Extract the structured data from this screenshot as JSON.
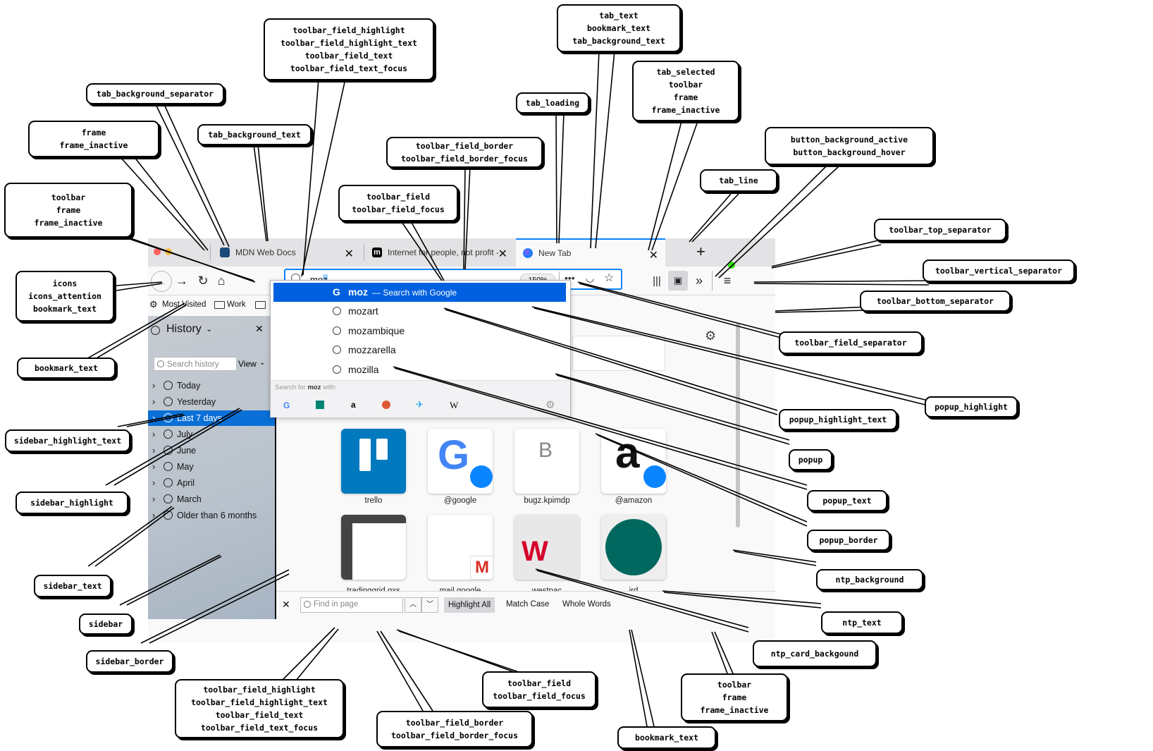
{
  "browser": {
    "tabs": [
      {
        "label": "MDN Web Docs"
      },
      {
        "label": "Internet for people, not profit -"
      },
      {
        "label": "New Tab"
      }
    ],
    "url_text_typed": "moz",
    "zoom": "150%",
    "bookmarks": [
      "Most Visited",
      "Work"
    ],
    "sidebar": {
      "title": "History",
      "search_placeholder": "Search history",
      "view_label": "View",
      "items": [
        "Today",
        "Yesterday",
        "Last 7 days",
        "July",
        "June",
        "May",
        "April",
        "March",
        "Older than 6 months"
      ]
    },
    "popup": {
      "highlight_query": "moz",
      "highlight_suffix": "— Search with Google",
      "suggestions": [
        "mozart",
        "mozambique",
        "mozzarella",
        "mozilla"
      ],
      "search_for_prefix": "Search for",
      "search_for_query": "moz",
      "search_for_suffix": "with:"
    },
    "tiles": [
      {
        "label": "trello"
      },
      {
        "label": "@google"
      },
      {
        "label": "bugz.kpimdp"
      },
      {
        "label": "@amazon"
      },
      {
        "label": "tradinggrid.gxs"
      },
      {
        "label": "mail.google"
      },
      {
        "label": "westpac"
      },
      {
        "label": "ird"
      }
    ],
    "findbar": {
      "placeholder": "Find in page",
      "highlight_all": "Highlight All",
      "match_case": "Match Case",
      "whole_words": "Whole Words"
    }
  },
  "callouts": [
    {
      "lines": [
        "toolbar_field_highlight",
        "toolbar_field_highlight_text",
        "toolbar_field_text",
        "toolbar_field_text_focus"
      ]
    },
    {
      "lines": [
        "tab_text",
        "bookmark_text",
        "tab_background_text"
      ]
    },
    {
      "lines": [
        "tab_background_separator"
      ]
    },
    {
      "lines": [
        "tab_loading"
      ]
    },
    {
      "lines": [
        "tab_selected",
        "toolbar",
        "frame",
        "frame_inactive"
      ]
    },
    {
      "lines": [
        "frame",
        "frame_inactive"
      ]
    },
    {
      "lines": [
        "tab_background_text"
      ]
    },
    {
      "lines": [
        "button_background_active",
        "button_background_hover"
      ]
    },
    {
      "lines": [
        "toolbar_field_border",
        "toolbar_field_border_focus"
      ]
    },
    {
      "lines": [
        "tab_line"
      ]
    },
    {
      "lines": [
        "toolbar",
        "frame",
        "frame_inactive"
      ]
    },
    {
      "lines": [
        "toolbar_field",
        "toolbar_field_focus"
      ]
    },
    {
      "lines": [
        "toolbar_top_separator"
      ]
    },
    {
      "lines": [
        "toolbar_vertical_separator"
      ]
    },
    {
      "lines": [
        "icons",
        "icons_attention",
        "bookmark_text"
      ]
    },
    {
      "lines": [
        "toolbar_bottom_separator"
      ]
    },
    {
      "lines": [
        "toolbar_field_separator"
      ]
    },
    {
      "lines": [
        "bookmark_text"
      ]
    },
    {
      "lines": [
        "popup_highlight"
      ]
    },
    {
      "lines": [
        "popup_highlight_text"
      ]
    },
    {
      "lines": [
        "sidebar_highlight_text"
      ]
    },
    {
      "lines": [
        "popup"
      ]
    },
    {
      "lines": [
        "popup_text"
      ]
    },
    {
      "lines": [
        "sidebar_highlight"
      ]
    },
    {
      "lines": [
        "popup_border"
      ]
    },
    {
      "lines": [
        "ntp_background"
      ]
    },
    {
      "lines": [
        "sidebar_text"
      ]
    },
    {
      "lines": [
        "ntp_text"
      ]
    },
    {
      "lines": [
        "sidebar"
      ]
    },
    {
      "lines": [
        "ntp_card_backgound"
      ]
    },
    {
      "lines": [
        "sidebar_border"
      ]
    },
    {
      "lines": [
        "toolbar_field",
        "toolbar_field_focus"
      ]
    },
    {
      "lines": [
        "toolbar",
        "frame",
        "frame_inactive"
      ]
    },
    {
      "lines": [
        "toolbar_field_highlight",
        "toolbar_field_highlight_text",
        "toolbar_field_text",
        "toolbar_field_text_focus"
      ]
    },
    {
      "lines": [
        "toolbar_field_border",
        "toolbar_field_border_focus"
      ]
    },
    {
      "lines": [
        "bookmark_text"
      ]
    }
  ]
}
